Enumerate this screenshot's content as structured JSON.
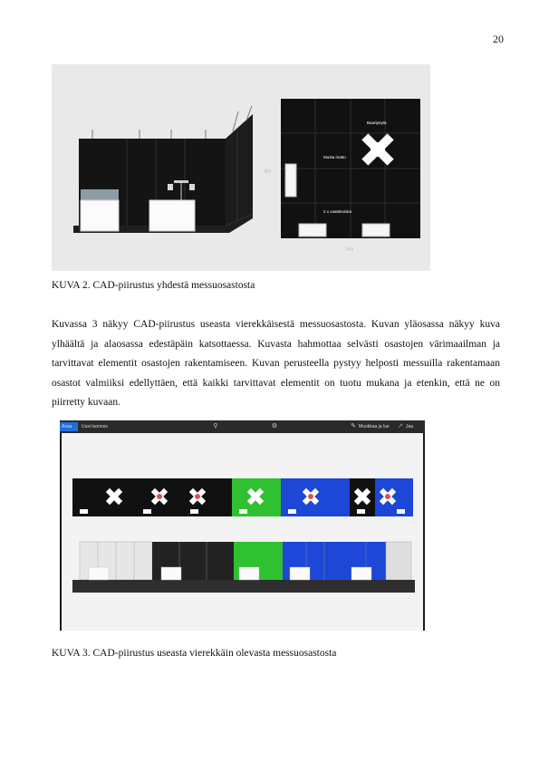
{
  "page": {
    "number": "20"
  },
  "figure1": {
    "dimension_side": "4m",
    "dimension_bottom": "4m",
    "plan_labels": {
      "table": "Baaripöytä",
      "carpet": "Musta matto",
      "counter": "2 x vaatekuiska"
    }
  },
  "figure2": {
    "tab_active": "Avaa",
    "tab_new": "Uusi luonnos",
    "share_label": "Muokkaa ja lue",
    "close_label": "Jaa"
  },
  "captions": {
    "kuva2": "KUVA 2. CAD-piirustus yhdestä messuosastosta",
    "kuva3": "KUVA 3.  CAD-piirustus useasta vierekkäin olevasta messuosastosta"
  },
  "body": {
    "paragraph": "Kuvassa 3 näkyy CAD-piirustus useasta vierekkäisestä messuosastosta. Kuvan yläosassa näkyy kuva ylhäältä ja alaosassa edestäpäin katsottaessa. Kuvasta hahmottaa selvästi osastojen värimaailman ja tarvittavat elementit osastojen rakentamiseen. Kuvan perusteella pystyy helposti messuilla rakentamaan osastot valmiiksi edellyttäen, että kaikki tarvittavat elementit on tuotu mukana ja etenkin, että ne on piirretty kuvaan."
  },
  "colors": {
    "booth_black": "#111111",
    "booth_green": "#2fc12f",
    "booth_blue": "#1d47d6",
    "cross_red": "#d9534f"
  }
}
